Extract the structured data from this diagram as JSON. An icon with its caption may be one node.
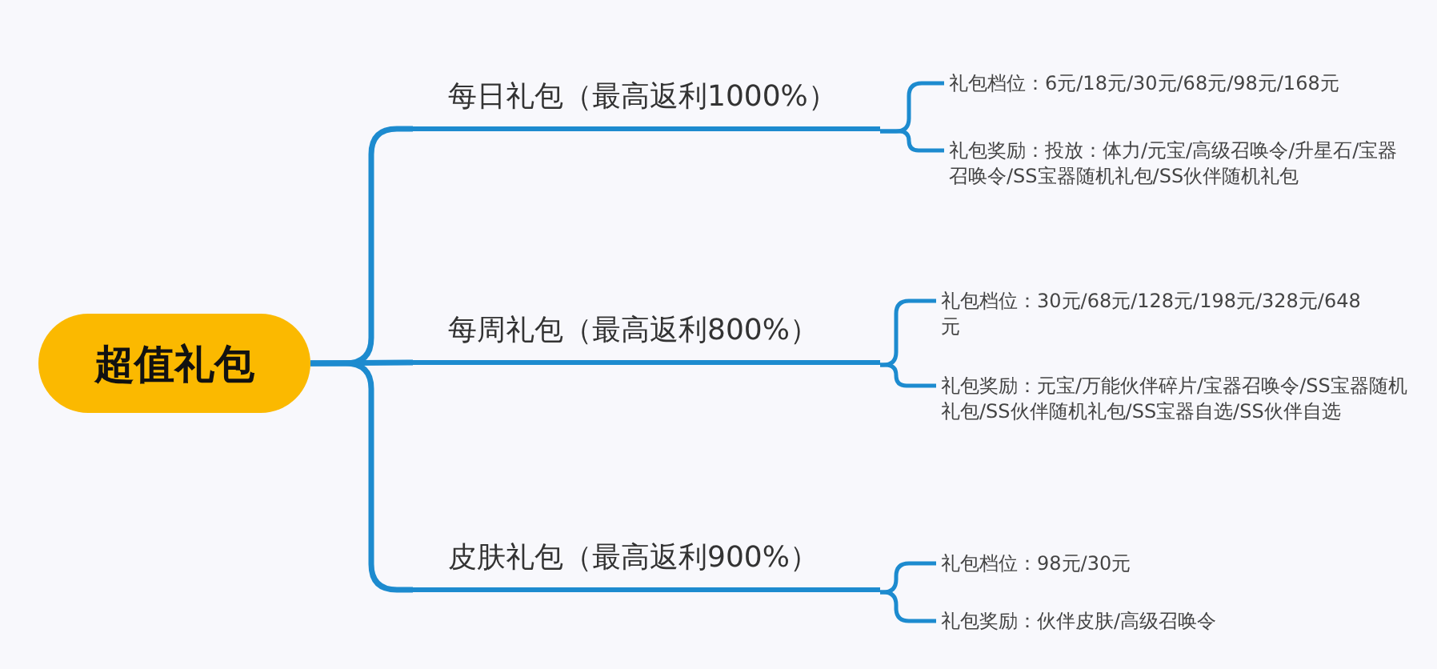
{
  "diagram": {
    "nodes": [
      {
        "text": [
          "超值礼包"
        ]
      },
      {
        "text": [
          "每日礼包（最高返利1000%）"
        ]
      },
      {
        "text": [
          "每周礼包（最高返利800%）"
        ]
      },
      {
        "text": [
          "皮肤礼包（最高返利900%）"
        ]
      },
      {
        "text": [
          "礼包档位：6元/18元/30元/68元/98元/168元"
        ]
      },
      {
        "text": [
          "礼包奖励：投放：体力/元宝/高级召唤令/升星石/宝器召唤令/SS宝器随机礼包/SS伙伴随机礼包"
        ]
      },
      {
        "text": [
          "礼包档位：30元/68元/128元/198元/328元/648元"
        ]
      },
      {
        "text": [
          "礼包奖励：元宝/万能伙伴碎片/宝器召唤令/SS宝器随机礼包/SS伙伴随机礼包/SS宝器自选/SS伙伴自选"
        ]
      },
      {
        "text": [
          "礼包档位：98元/30元"
        ]
      },
      {
        "text": [
          "礼包奖励：伙伴皮肤/高级召唤令"
        ]
      }
    ],
    "edges": [
      {
        "from": 0,
        "to": 1,
        "arrow": "none"
      },
      {
        "from": 0,
        "to": 2,
        "arrow": "none"
      },
      {
        "from": 0,
        "to": 3,
        "arrow": "none"
      },
      {
        "from": 1,
        "to": 4,
        "arrow": "none"
      },
      {
        "from": 1,
        "to": 5,
        "arrow": "none"
      },
      {
        "from": 2,
        "to": 6,
        "arrow": "none"
      },
      {
        "from": 2,
        "to": 7,
        "arrow": "none"
      },
      {
        "from": 3,
        "to": 8,
        "arrow": "none"
      },
      {
        "from": 3,
        "to": 9,
        "arrow": "none"
      }
    ]
  }
}
